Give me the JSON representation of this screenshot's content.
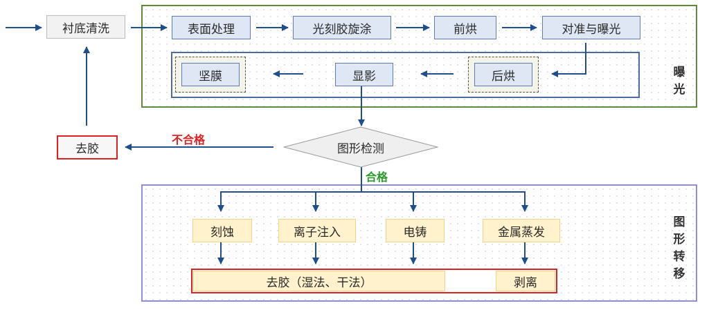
{
  "nodes": {
    "substrate_cleaning": "衬底清洗",
    "surface_treatment": "表面处理",
    "photoresist_coating": "光刻胶旋涂",
    "pre_bake": "前烘",
    "align_expose": "对准与曝光",
    "hard_bake": "坚膜",
    "develop": "显影",
    "post_bake": "后烘",
    "pattern_inspection": "图形检测",
    "strip_resist": "去胶",
    "etching": "刻蚀",
    "ion_implant": "离子注入",
    "electroplating": "电铸",
    "metal_evaporation": "金属蒸发",
    "strip_wet_dry": "去胶（湿法、干法）",
    "lift_off": "剥离"
  },
  "regions": {
    "exposure": [
      "曝",
      "光"
    ],
    "transfer": [
      "图",
      "形",
      "转",
      "移"
    ]
  },
  "edge_labels": {
    "fail": "不合格",
    "pass": "合格"
  },
  "colors": {
    "arrow": "#1f4e8c",
    "fail": "#e02020",
    "pass": "#2a9a2a",
    "exposure_border": "#5a8a3a",
    "transfer_border": "#8e8ee0"
  }
}
